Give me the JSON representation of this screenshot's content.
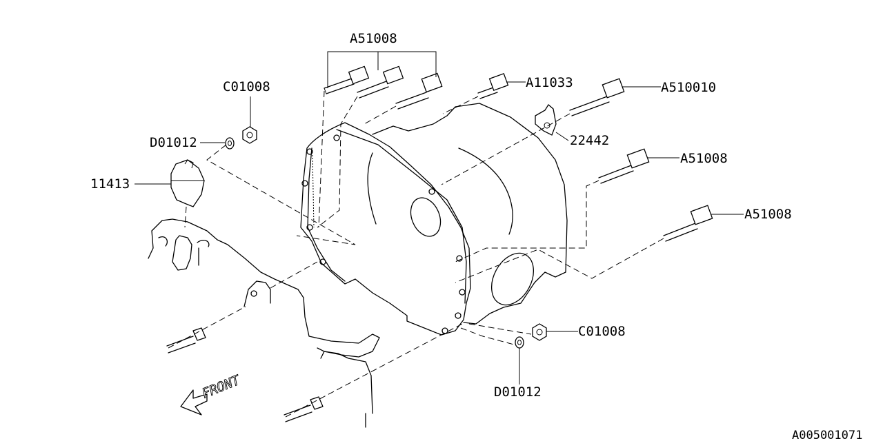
{
  "labels": {
    "a51008_top": "A51008",
    "c01008_left": "C01008",
    "d01012_left": "D01012",
    "part_11413": "11413",
    "a11033": "A11033",
    "a510010": "A510010",
    "part_22442": "22442",
    "a51008_mid": "A51008",
    "a51008_low": "A51008",
    "c01008_right": "C01008",
    "d01012_bottom": "D01012",
    "front": "FRONT",
    "diagram_code": "A005001071"
  }
}
